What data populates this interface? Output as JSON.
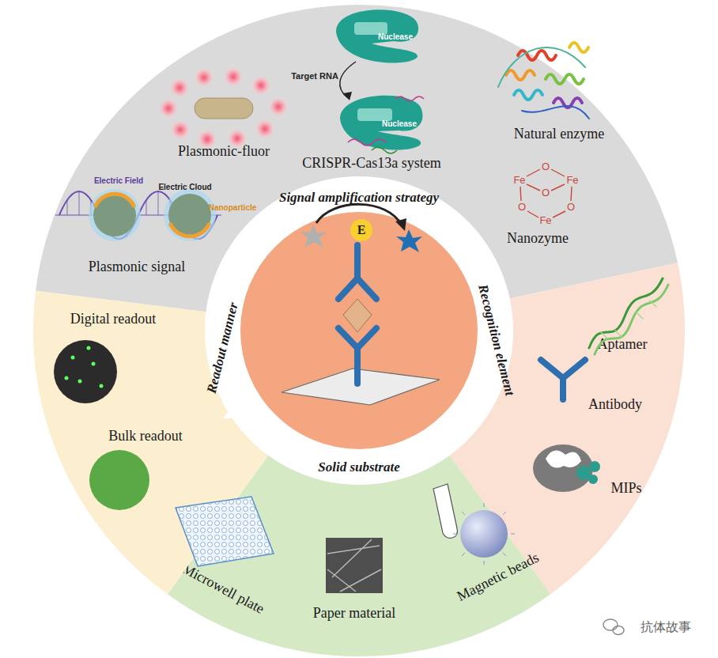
{
  "diagram": {
    "nodes": [
      {
        "text": [
          "Plasmonic-fluor",
          "CRISPR-Cas13a system",
          "Natural enzyme",
          "Nanozyme",
          "Plasmonic signal"
        ]
      },
      {
        "text": [
          "Aptamer",
          "Antibody",
          "MIPs"
        ]
      },
      {
        "text": [
          "Microwell plate",
          "Paper material",
          "Magnetic beads"
        ]
      },
      {
        "text": [
          "Digital readout",
          "Bulk readout"
        ]
      },
      {
        "text": [
          "Signal amplification strategy",
          "Recognition element",
          "Solid substrate",
          "Readout manner"
        ]
      }
    ],
    "labels": [
      "Target RNA",
      "Nuclease",
      "Nuclease",
      "Electric Field",
      "Electric Cloud",
      "Nanoparticle",
      "Fe",
      "O",
      "Fe",
      "O",
      "O",
      "O",
      "Fe",
      "E",
      "抗体故事"
    ]
  }
}
